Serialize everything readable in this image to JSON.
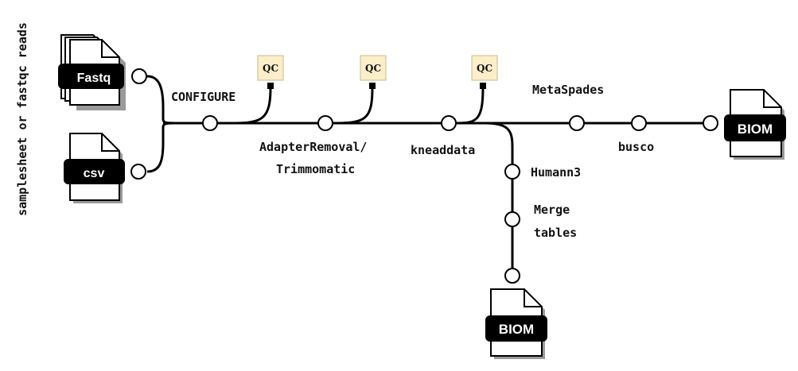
{
  "side_label": "samplesheet or fastqc reads",
  "inputs": {
    "fastq": "Fastq",
    "csv": "csv"
  },
  "steps": {
    "configure": "CONFIGURE",
    "adapter_line1": "AdapterRemoval/",
    "adapter_line2": "Trimmomatic",
    "kneaddata": "kneaddata",
    "metaspades": "MetaSpades",
    "busco": "busco",
    "humann": "Humann3",
    "merge_line1": "Merge",
    "merge_line2": "tables"
  },
  "qc_label": "QC",
  "outputs": {
    "biom_main": "BIOM",
    "biom_branch": "BIOM"
  }
}
